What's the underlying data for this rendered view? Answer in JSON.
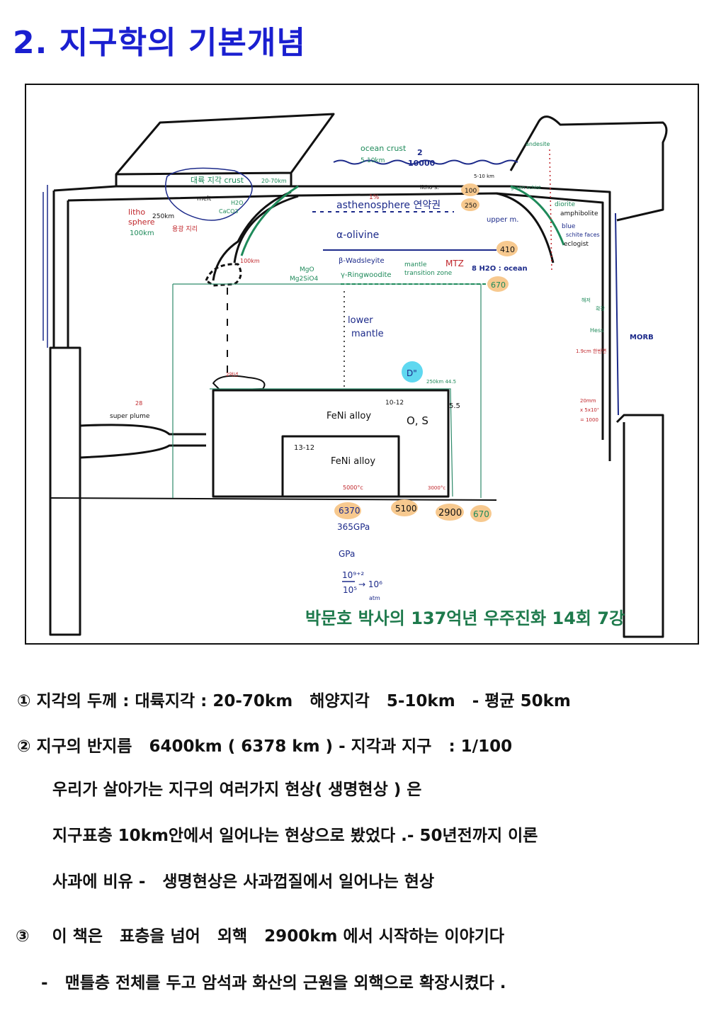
{
  "title": "2. 지구학의 기본개념",
  "diagram": {
    "ocean_crust": "ocean crust",
    "ocean_crust_thickness": "5-10km",
    "ratio_num": "2",
    "ratio_den": "10000",
    "continental_crust": "대륙 지각 crust",
    "continental_crust_thickness": "20-70km",
    "melt": "melt",
    "h2o": "H2O",
    "caco3": "CaCO3",
    "litho_label": "litho",
    "sphere_label": "sphere",
    "litho_depth": "100km",
    "depth_250km": "250km",
    "magma_chamber": "용광 지리",
    "one_percent": "1%",
    "litho_s": "litho s.",
    "asthenosphere": "asthenosphere 연약권",
    "alpha_olivine": "α-olivine",
    "beta_wadsleyite": "β-Wadsleyite",
    "gamma_ringwoodite": "γ-Ringwoodite",
    "mgo": "MgO",
    "mg2sio4": "Mg2SiO4",
    "mantle_tz_1": "mantle",
    "mantle_tz_2": "transition zone",
    "mtz": "MTZ",
    "water_ocean": "8 H2O : ocean",
    "upper_mantle": "upper m.",
    "slab_width": "100km",
    "ocean_small": "5-10 km",
    "green_schist": "green schist",
    "andesite": "andesite",
    "diorite": "diorite",
    "amphibolite": "amphibolite",
    "blue_schist": "blue",
    "schist_facies": "schite faces",
    "eclogite": "eclogist",
    "hess": "Hess",
    "haeryeong": "해저",
    "haeryeong2": "확장",
    "morb": "MORB",
    "ridge_note": "1.9cm 한반면",
    "spread_note_1": "20mm",
    "spread_note_2": "x 5x10⁷",
    "spread_note_3": "= 1000",
    "lower_mantle_1": "lower",
    "lower_mantle_2": "mantle",
    "d_double_prime": "D\"",
    "d_thickness": "250km 44.5",
    "graveyard": "2억년",
    "superplume_num": "28",
    "super_plume": "super plume",
    "outer_core": "FeNi alloy",
    "outer_core_density": "10-12",
    "outer_core_light": "O, S",
    "mantle_density": "5.5",
    "inner_core": "FeNi alloy",
    "inner_core_density": "13-12",
    "temp_inner": "5000°c",
    "temp_cmb": "3000°c",
    "depth_center": "6370",
    "pressure_center": "365GPa",
    "gpa": "GPa",
    "gpa_eq_1": "10⁹⁺²",
    "gpa_eq_2": "10⁵",
    "gpa_eq_3": "→ 10⁶",
    "gpa_eq_4": "atm",
    "depth_100": "100",
    "depth_250": "250",
    "depth_410": "410",
    "depth_670": "670",
    "depth_5100": "5100",
    "depth_2900": "2900",
    "depth_670b": "670",
    "caption": "박문호 박사의 137억년 우주진화  14회 7강"
  },
  "body_lines": [
    "① 지각의 두께 : 대륙지각 : 20-70km   해양지각   5-10km   - 평균 50km",
    "② 지구의 반지름   6400km ( 6378 km ) - 지각과 지구   : 1/100",
    "우리가 살아가는 지구의 여러가지 현상( 생명현상 ) 은",
    "지구표층 10km안에서 일어나는 현상으로 봤었다 .- 50년전까지 이론",
    "사과에 비유 -   생명현상은 사과껍질에서 일어나는 현상",
    "③    이 책은   표층을 넘어   외핵   2900km 에서 시작하는 이야기다",
    "-   맨틀층 전체를 두고 암석과 화산의 근원을 외핵으로 확장시켰다 ."
  ],
  "colors": {
    "title": "#1a1fd0",
    "caption": "#1e7a4c",
    "highlight": "#f7c98f",
    "d_highlight": "#5fd8f0",
    "red": "#c0262b",
    "navy": "#1c2a8a",
    "green": "#1e8a5a"
  }
}
